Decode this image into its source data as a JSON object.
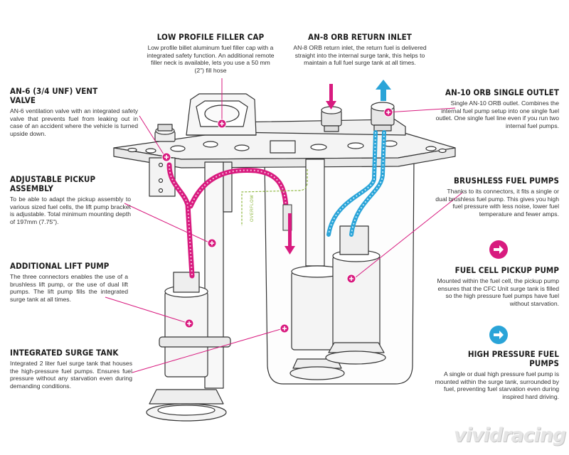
{
  "colors": {
    "accent_pink": "#d81b7f",
    "accent_blue": "#2aa4d8",
    "overflow_green": "#8cb63c",
    "line": "#555555"
  },
  "callouts": {
    "filler_cap": {
      "title": "LOW PROFILE FILLER CAP",
      "text": "Low profile billet aluminum fuel filler cap with a integrated safety function. An additional remote filler neck is available, lets you use a 50 mm (2\") fill hose"
    },
    "return_inlet": {
      "title": "AN-8 ORB RETURN INLET",
      "text": "AN-8 ORB return inlet, the return fuel is delivered straight into the internal surge tank, this helps to maintain a full fuel surge tank at all times."
    },
    "vent_valve": {
      "title": "AN-6 (3/4 UNF) VENT VALVE",
      "text": "AN-6 ventilation valve with an integrated safety valve that prevents fuel from leaking out in case of an accident where the vehicle is turned upside down."
    },
    "single_outlet": {
      "title": "AN-10 ORB SINGLE OUTLET",
      "text": "Single AN-10 ORB outlet. Combines the internal fuel pump setup into one single fuel outlet. One single fuel line even if you run two internal fuel pumps."
    },
    "pickup_assembly": {
      "title": "ADJUSTABLE PICKUP ASSEMBLY",
      "text": "To be able to adapt the pickup assembly to various sized fuel cells, the lift pump bracket is adjustable. Total minimum mounting depth of 197mm (7.75\")."
    },
    "brushless_pumps": {
      "title": "BRUSHLESS FUEL PUMPS",
      "text": "Thanks to its connectors, it fits a single or dual brushless fuel pump. This gives you high fuel pressure with less noise, lower fuel temperature and fewer amps."
    },
    "lift_pump": {
      "title": "ADDITIONAL LIFT PUMP",
      "text": "The three connectors enables the use of a brushless lift pump, or the use of dual lift pumps. The lift pump fills the integrated surge tank at all times."
    },
    "fuel_cell_pickup": {
      "title": "FUEL CELL PICKUP PUMP",
      "text": "Mounted within the fuel cell, the pickup pump ensures that the CFC Unit surge tank is filled so the high pressure fuel pumps have fuel without starvation."
    },
    "surge_tank": {
      "title": "INTEGRATED SURGE TANK",
      "text": "Integrated 2 liter fuel surge tank that houses the high-pressure fuel pumps. Ensures fuel pressure without any starvation even during demanding conditions."
    },
    "hp_pumps": {
      "title": "HIGH PRESSURE FUEL PUMPS",
      "text": "A single or dual high pressure fuel pump is mounted within the surge tank, surrounded by fuel, preventing fuel starvation even during inspired hard driving."
    }
  },
  "diagram": {
    "overflow_label": "OVERFLOW",
    "arrow_legend": [
      {
        "name": "pink-arrow",
        "color": "#d81b7f"
      },
      {
        "name": "blue-arrow",
        "color": "#2aa4d8"
      }
    ]
  },
  "logo": {
    "text": "vividracing"
  }
}
